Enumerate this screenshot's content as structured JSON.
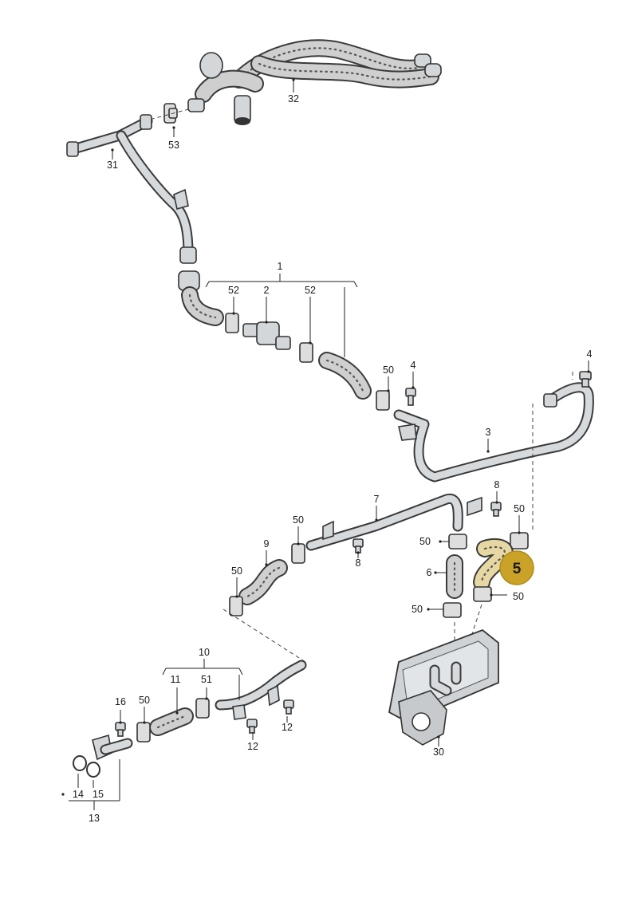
{
  "labels": {
    "p1": "1",
    "p2": "2",
    "p3": "3",
    "p4a": "4",
    "p4b": "4",
    "p6": "6",
    "p7": "7",
    "p8a": "8",
    "p8b": "8",
    "p9": "9",
    "p10": "10",
    "p11": "11",
    "p12a": "12",
    "p12b": "12",
    "p13": "13",
    "p14": "14",
    "p15": "15",
    "p16": "16",
    "p30": "30",
    "p31": "31",
    "p32": "32",
    "p50a": "50",
    "p50b": "50",
    "p50c": "50",
    "p50d": "50",
    "p50e": "50",
    "p50f": "50",
    "p50g": "50",
    "p50h": "50",
    "p51": "51",
    "p52a": "52",
    "p52b": "52",
    "p53": "53"
  },
  "highlight": {
    "label": "5",
    "color": "#c9a227"
  }
}
